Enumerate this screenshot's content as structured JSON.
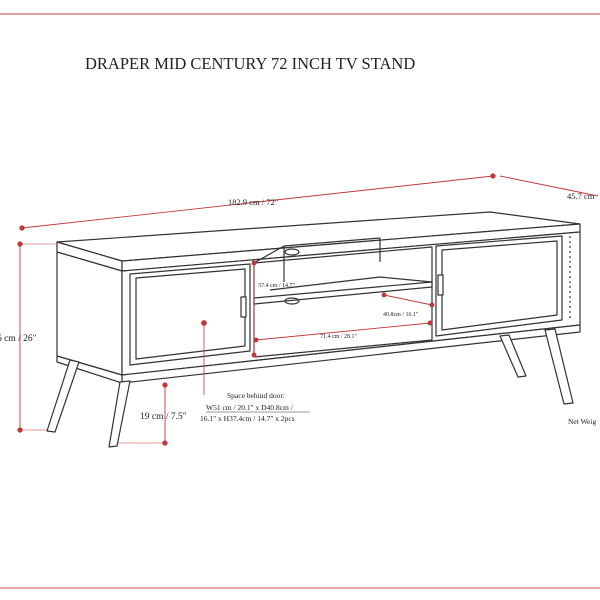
{
  "title": "DRAPER MID CENTURY 72 INCH TV STAND",
  "dimensions": {
    "width": "182.9 cm / 72\"",
    "depth": "45.7 cm",
    "height": "6 cm / 26\"",
    "shelf_height": "37.4 cm / 14.7\"",
    "inner_depth": "40.8cm / 16.1\"",
    "inner_width": "71.4 cm / 28.1\"",
    "leg_height": "19 cm / 7.5\""
  },
  "space_behind_door": {
    "heading": "Space behind door:",
    "line1": "W51 cm / 20.1\" x D40.8cm /",
    "line2": "16.1\" x H37.4cm / 14.7\" x 2pcs"
  },
  "net_weight_label": "Net Weig",
  "colors": {
    "frame": "#d98888",
    "line": "#333333",
    "dimension": "#c0393b",
    "text": "#222222"
  }
}
